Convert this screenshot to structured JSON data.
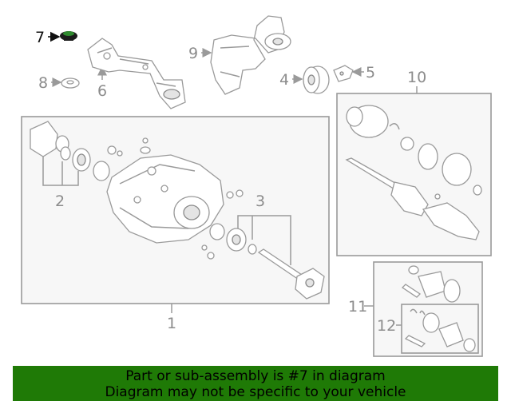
{
  "callouts": {
    "c1": "1",
    "c2": "2",
    "c3": "3",
    "c4": "4",
    "c5": "5",
    "c6": "6",
    "c7": "7",
    "c8": "8",
    "c9": "9",
    "c10": "10",
    "c11": "11",
    "c12": "12"
  },
  "highlight": {
    "part": "7",
    "color": "#111111"
  },
  "banner": {
    "line1": "Part or sub-assembly is #7 in diagram",
    "line2": "Diagram may not be specific to your vehicle",
    "background": "#1f7a06"
  }
}
